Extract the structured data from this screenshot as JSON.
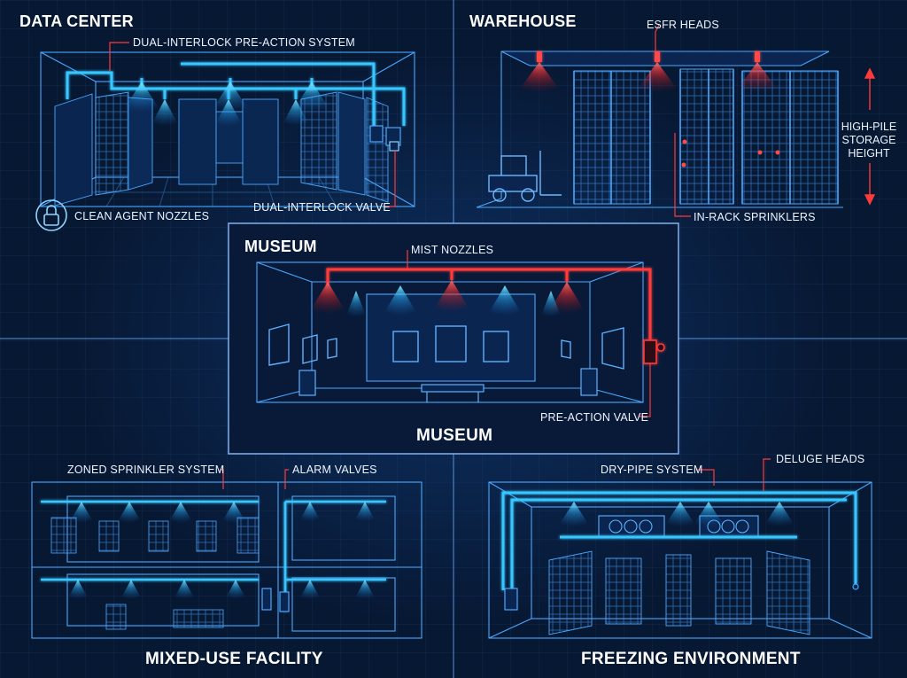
{
  "colors": {
    "background": "#071833",
    "line": "#4aa8ff",
    "glow": "#38d2ff",
    "red": "#ff3a3a",
    "text": "#eef4ff"
  },
  "data_center": {
    "title": "DATA CENTER",
    "labels": {
      "dual_interlock_system": "DUAL-INTERLOCK PRE-ACTION SYSTEM",
      "clean_agent": "CLEAN AGENT NOZZLES",
      "dual_interlock_valve": "DUAL-INTERLOCK VALVE"
    },
    "icons": [
      "lock-icon"
    ]
  },
  "warehouse": {
    "title": "WAREHOUSE",
    "labels": {
      "esfr": "ESFR HEADS",
      "in_rack": "IN-RACK SPRINKLERS"
    },
    "height_label": [
      "HIGH-PILE",
      "STORAGE",
      "HEIGHT"
    ]
  },
  "museum": {
    "title_top": "MUSEUM",
    "title_bottom": "MUSEUM",
    "labels": {
      "mist": "MIST NOZZLES",
      "pre_action": "PRE-ACTION VALVE"
    }
  },
  "mixed_use": {
    "title": "MIXED-USE FACILITY",
    "labels": {
      "zoned": "ZONED SPRINKLER SYSTEM",
      "alarm": "ALARM VALVES"
    }
  },
  "freezing": {
    "title": "FREEZING ENVIRONMENT",
    "labels": {
      "dry_pipe": "DRY-PIPE SYSTEM",
      "deluge": "DELUGE HEADS"
    }
  }
}
